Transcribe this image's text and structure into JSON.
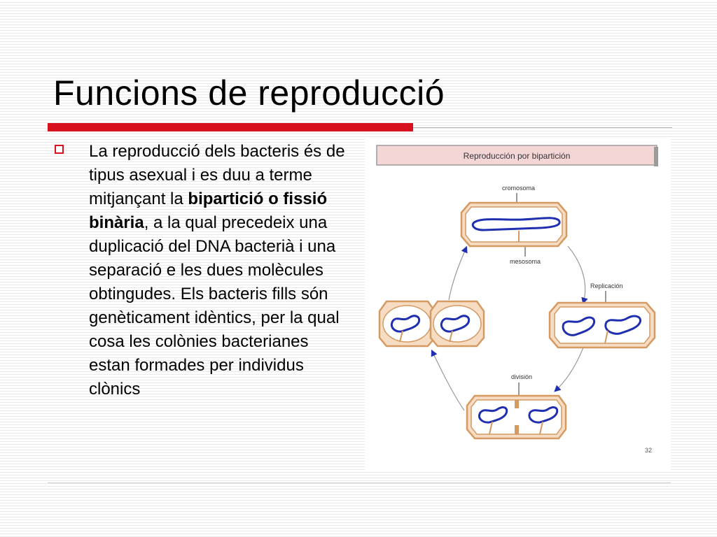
{
  "slide": {
    "title": "Funcions de reproducció",
    "paragraph": {
      "part1": "La reproducció dels bacteris és de tipus asexual i es duu a terme mitjançant la ",
      "bold": "bipartició o fissió binària",
      "part2": ", a la qual precedeix una duplicació del DNA bacterià i una separació e les dues molècules obtingudes. Els bacteris fills són genèticament idèntics, per la qual cosa les colònies bacterianes estan formades per individus clònics"
    }
  },
  "figure": {
    "header": "Reproducción por bipartición",
    "labels": {
      "cromosoma": "cromosoma",
      "mesosoma": "mesosoma",
      "replicacion": "Replicación",
      "division": "división"
    },
    "page_number": "32",
    "colors": {
      "cell_fill": "#f7dcc4",
      "cell_stroke": "#d49a62",
      "chromosome": "#1f2fb0",
      "arrow": "#1f2fb0",
      "header_fill": "#f5d6d6",
      "accent_red": "#d8111f"
    }
  }
}
